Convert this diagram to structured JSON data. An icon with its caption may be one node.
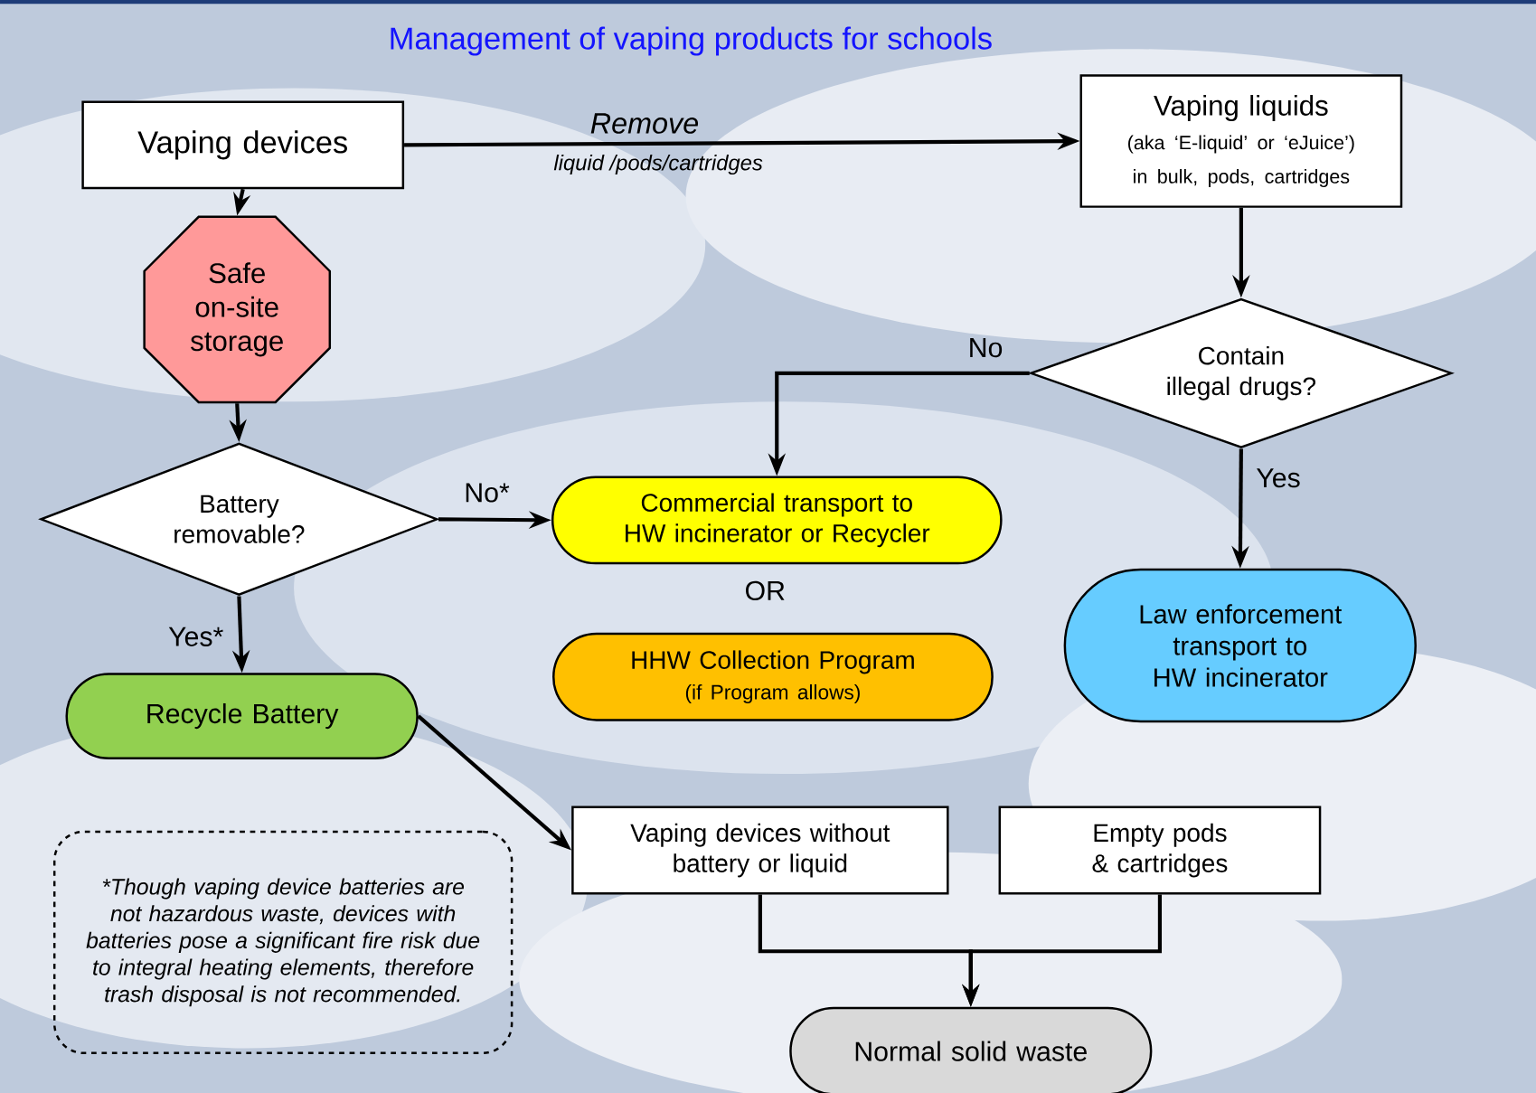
{
  "diagram": {
    "title": "Management of vaping products for schools",
    "nodes": [
      {
        "text": [
          "Vaping devices"
        ]
      },
      {
        "text": [
          "Vaping liquids",
          "(aka ‘E-liquid’ or ‘eJuice’) in bulk, pods, cartridges"
        ]
      },
      {
        "text": [
          "Safe on-site storage"
        ]
      },
      {
        "text": [
          "Battery removable?"
        ]
      },
      {
        "text": [
          "Contain illegal drugs?"
        ]
      },
      {
        "text": [
          "Commercial transport to HW incinerator or Recycler"
        ]
      },
      {
        "text": [
          "HHW Collection Program",
          "(if Program allows)"
        ]
      },
      {
        "text": [
          "Law enforcement transport to HW incinerator"
        ]
      },
      {
        "text": [
          "Recycle Battery"
        ]
      },
      {
        "text": [
          "Vaping devices without battery or liquid"
        ]
      },
      {
        "text": [
          "Empty pods & cartridges"
        ]
      },
      {
        "text": [
          "Normal solid waste"
        ]
      },
      {
        "text": [
          "*Though vaping device batteries are not hazardous waste, devices with batteries pose a significant fire risk due to integral heating elements, therefore trash disposal is not recommended."
        ]
      }
    ],
    "edges": [
      {
        "from": 0,
        "to": 1,
        "arrow": "to",
        "label": "Remove"
      },
      {
        "from": 0,
        "to": 2,
        "arrow": "to"
      },
      {
        "from": 2,
        "to": 3,
        "arrow": "to"
      },
      {
        "from": 3,
        "to": 5,
        "arrow": "to",
        "label": "No*"
      },
      {
        "from": 3,
        "to": 8,
        "arrow": "to",
        "label": "Yes*"
      },
      {
        "from": 1,
        "to": 4,
        "arrow": "to"
      },
      {
        "from": 4,
        "to": 5,
        "arrow": "to",
        "label": "No"
      },
      {
        "from": 4,
        "to": 7,
        "arrow": "to",
        "label": "Yes"
      },
      {
        "from": 8,
        "to": 9,
        "arrow": "to"
      },
      {
        "from": 9,
        "to": 11,
        "arrow": "to"
      },
      {
        "from": 10,
        "to": 11,
        "arrow": "to"
      }
    ],
    "labels": [
      "liquid /pods/cartridges",
      "OR"
    ]
  }
}
